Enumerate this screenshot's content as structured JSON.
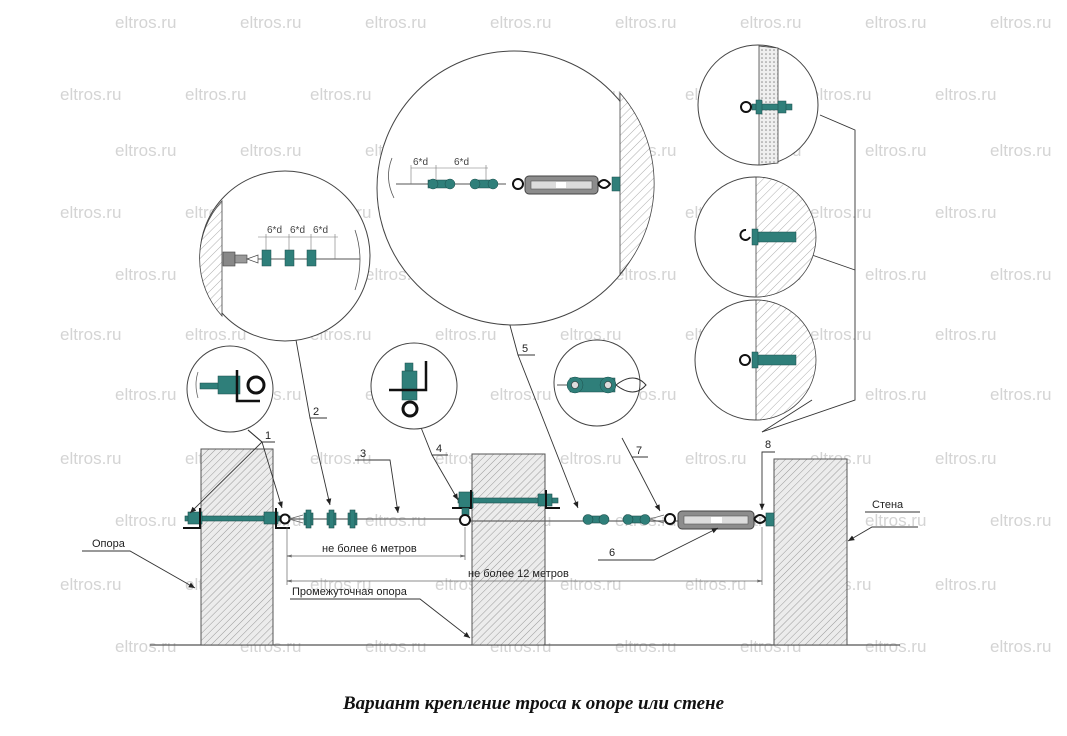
{
  "watermark": "eltros.ru",
  "caption": "Вариант крепление троса к опоре или стене",
  "labels": {
    "support": "Опора",
    "intermediate_support": "Промежуточная опора",
    "wall": "Стена",
    "span_short": "не более 6 метров",
    "span_long": "не более 12 метров",
    "spacing": "6*d"
  },
  "callouts": [
    "1",
    "2",
    "3",
    "4",
    "5",
    "6",
    "7",
    "8"
  ],
  "colors": {
    "hardware": "#2f7f7a",
    "hardware_dark": "#1d4f4c",
    "turnbuckle": "#8c8c8c",
    "line": "#333333",
    "hatch": "#9a9a9a",
    "watermark": "#d4d4d4"
  }
}
